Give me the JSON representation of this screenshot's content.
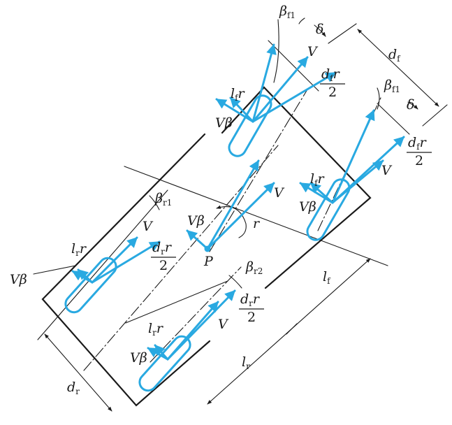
{
  "diagram": {
    "vec_color": "#29a9e1",
    "ink_color": "#1a1a1a"
  },
  "labels": {
    "V": "V",
    "V_beta": "Vβ",
    "r": "r",
    "P": "P",
    "l": "l",
    "f": "f",
    "r_sub": "r",
    "beta": "β",
    "f1": "f1",
    "r1": "r1",
    "r2": "r2",
    "delta": "δ",
    "d": "d",
    "two": "2"
  }
}
